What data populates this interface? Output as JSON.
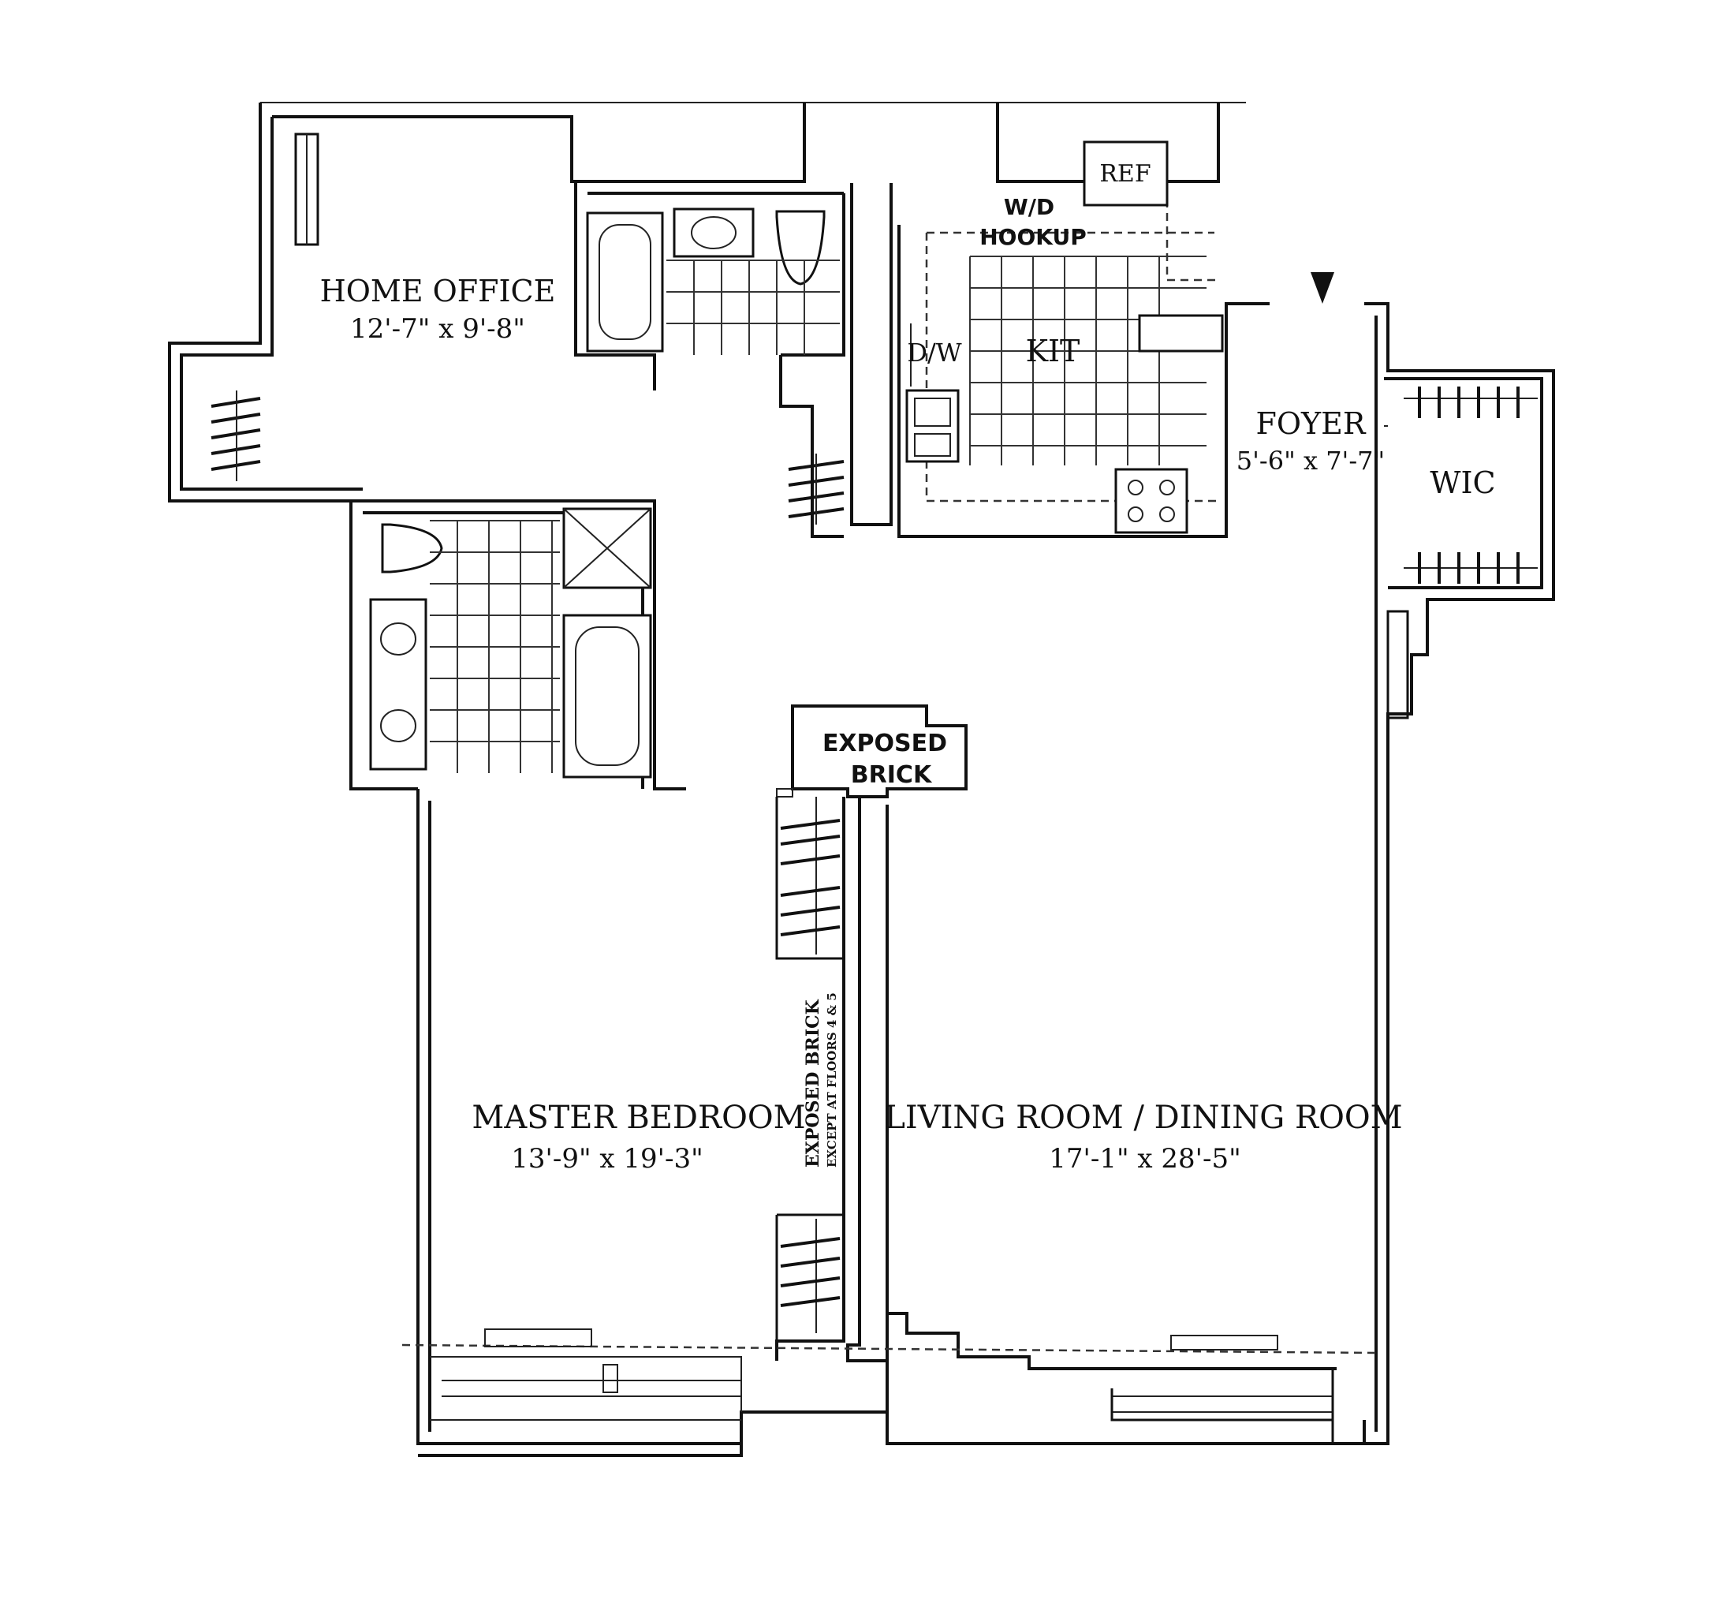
{
  "rooms": {
    "home_office": {
      "name": "HOME OFFICE",
      "size": "12'-7\" x 9'-8\""
    },
    "kitchen": {
      "name": "KIT"
    },
    "foyer": {
      "name": "FOYER",
      "size": "5'-6\" x 7'-7\""
    },
    "wic": {
      "name": "WIC"
    },
    "master_bedroom": {
      "name": "MASTER BEDROOM",
      "size": "13'-9\" x 19'-3\""
    },
    "living_dining": {
      "name": "LIVING ROOM / DINING ROOM",
      "size": "17'-1\" x 28'-5\""
    }
  },
  "fixtures": {
    "refrigerator": "REF",
    "washer_dryer_line1": "W/D",
    "washer_dryer_line2": "HOOKUP",
    "dishwasher": "D/W"
  },
  "notes": {
    "exposed_brick_line1": "EXPOSED",
    "exposed_brick_line2": "BRICK",
    "wall_note_line1": "EXPOSED BRICK",
    "wall_note_line2": "EXCEPT AT FLOORS 4 & 5"
  },
  "symbols": {
    "entry_arrow": "arrow-down-icon",
    "closet_hangers": "hanger-icon",
    "toilet": "toilet-icon",
    "bathtub": "bathtub-icon",
    "sink": "sink-icon",
    "shower": "shower-icon",
    "stove": "stove-icon"
  },
  "colors": {
    "ink": "#111111",
    "paper": "#ffffff"
  }
}
